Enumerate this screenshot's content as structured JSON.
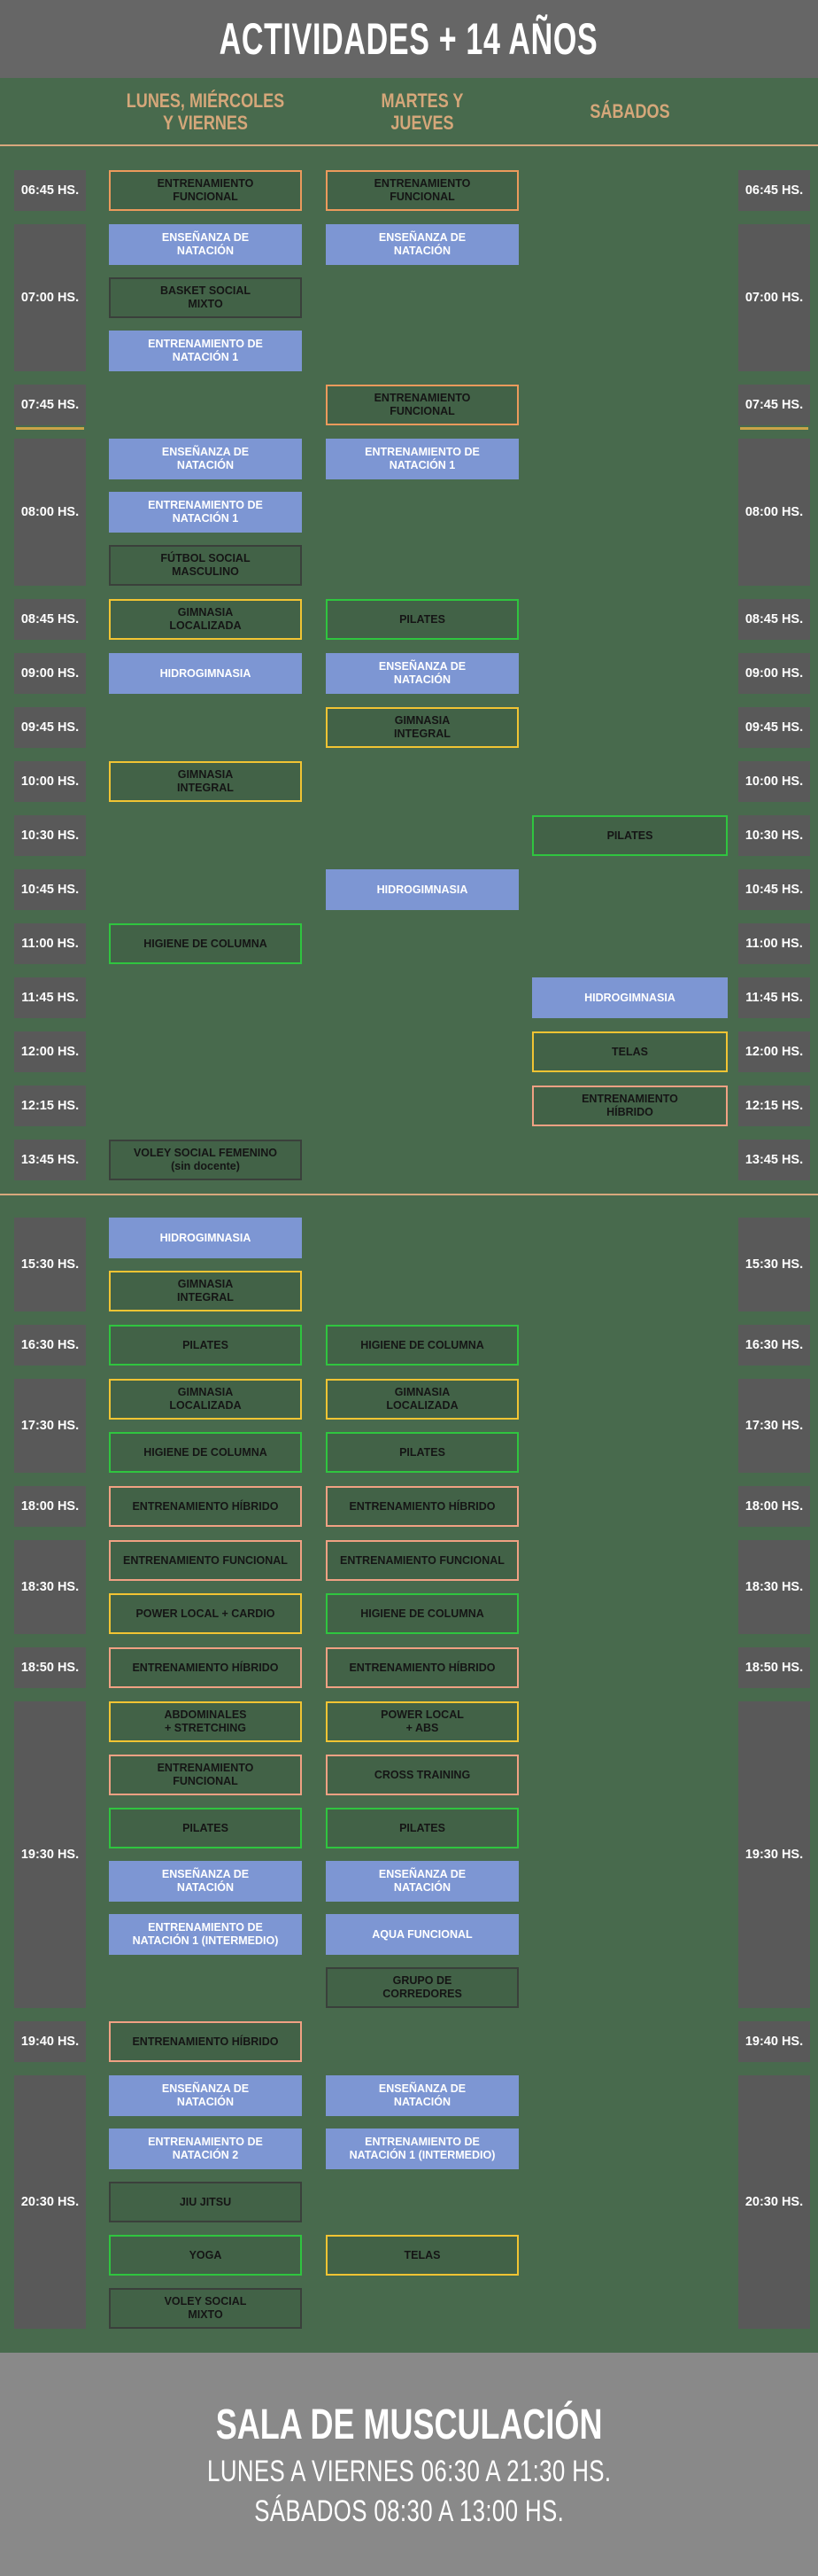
{
  "header": {
    "title": "ACTIVIDADES + 14 AÑOS"
  },
  "columns": [
    {
      "label": "LUNES, MIÉRCOLES\nY VIERNES"
    },
    {
      "label": "MARTES Y\nJUEVES"
    },
    {
      "label": "SÁBADOS"
    }
  ],
  "colors": {
    "background_green": "#486A4D",
    "header_gray": "#666666",
    "footer_gray": "#898989",
    "time_box_gray": "#595959",
    "accent_tan": "#D8A87D",
    "blue": "#7D96D3",
    "orange": "#EC9A5C",
    "salmon": "#F0A183",
    "yellow": "#F1C433",
    "green": "#2FC53F",
    "dark": "#3A403B"
  },
  "schedule": {
    "rows": [
      {
        "time": "06:45 HS.",
        "slots": 1,
        "c1": [
          {
            "slot": 0,
            "label": "ENTRENAMIENTO\nFUNCIONAL",
            "style": "orange"
          }
        ],
        "c2": [
          {
            "slot": 0,
            "label": "ENTRENAMIENTO\nFUNCIONAL",
            "style": "orange"
          }
        ],
        "c3": []
      },
      {
        "time": "07:00 HS.",
        "slots": 3,
        "c1": [
          {
            "slot": 0,
            "label": "ENSEÑANZA DE\nNATACIÓN",
            "style": "blue"
          },
          {
            "slot": 1,
            "label": "BASKET SOCIAL\nMIXTO",
            "style": "dark"
          },
          {
            "slot": 2,
            "label": "ENTRENAMIENTO DE\nNATACIÓN 1",
            "style": "blue"
          }
        ],
        "c2": [
          {
            "slot": 0,
            "label": "ENSEÑANZA DE\nNATACIÓN",
            "style": "blue"
          }
        ],
        "c3": []
      },
      {
        "time": "07:45 HS.",
        "slots": 1,
        "underline": true,
        "c1": [],
        "c2": [
          {
            "slot": 0,
            "label": "ENTRENAMIENTO\nFUNCIONAL",
            "style": "orange"
          }
        ],
        "c3": []
      },
      {
        "time": "08:00 HS.",
        "slots": 3,
        "c1": [
          {
            "slot": 0,
            "label": "ENSEÑANZA DE\nNATACIÓN",
            "style": "blue"
          },
          {
            "slot": 1,
            "label": "ENTRENAMIENTO DE\nNATACIÓN 1",
            "style": "blue"
          },
          {
            "slot": 2,
            "label": "FÚTBOL SOCIAL\nMASCULINO",
            "style": "dark"
          }
        ],
        "c2": [
          {
            "slot": 0,
            "label": "ENTRENAMIENTO DE\nNATACIÓN 1",
            "style": "blue"
          }
        ],
        "c3": []
      },
      {
        "time": "08:45 HS.",
        "slots": 1,
        "c1": [
          {
            "slot": 0,
            "label": "GIMNASIA\nLOCALIZADA",
            "style": "yellow"
          }
        ],
        "c2": [
          {
            "slot": 0,
            "label": "PILATES",
            "style": "green"
          }
        ],
        "c3": []
      },
      {
        "time": "09:00 HS.",
        "slots": 1,
        "c1": [
          {
            "slot": 0,
            "label": "HIDROGIMNASIA",
            "style": "blue"
          }
        ],
        "c2": [
          {
            "slot": 0,
            "label": "ENSEÑANZA DE\nNATACIÓN",
            "style": "blue"
          }
        ],
        "c3": []
      },
      {
        "time": "09:45 HS.",
        "slots": 1,
        "c1": [],
        "c2": [
          {
            "slot": 0,
            "label": "GIMNASIA\nINTEGRAL",
            "style": "yellow"
          }
        ],
        "c3": []
      },
      {
        "time": "10:00 HS.",
        "slots": 1,
        "c1": [
          {
            "slot": 0,
            "label": "GIMNASIA\nINTEGRAL",
            "style": "yellow"
          }
        ],
        "c2": [],
        "c3": []
      },
      {
        "time": "10:30 HS.",
        "slots": 1,
        "c1": [],
        "c2": [],
        "c3": [
          {
            "slot": 0,
            "label": "PILATES",
            "style": "green"
          }
        ]
      },
      {
        "time": "10:45 HS.",
        "slots": 1,
        "c1": [],
        "c2": [
          {
            "slot": 0,
            "label": "HIDROGIMNASIA",
            "style": "blue"
          }
        ],
        "c3": []
      },
      {
        "time": "11:00 HS.",
        "slots": 1,
        "c1": [
          {
            "slot": 0,
            "label": "HIGIENE DE COLUMNA",
            "style": "green"
          }
        ],
        "c2": [],
        "c3": []
      },
      {
        "time": "11:45 HS.",
        "slots": 1,
        "c1": [],
        "c2": [],
        "c3": [
          {
            "slot": 0,
            "label": "HIDROGIMNASIA",
            "style": "blue"
          }
        ]
      },
      {
        "time": "12:00 HS.",
        "slots": 1,
        "c1": [],
        "c2": [],
        "c3": [
          {
            "slot": 0,
            "label": "TELAS",
            "style": "yellow"
          }
        ]
      },
      {
        "time": "12:15 HS.",
        "slots": 1,
        "c1": [],
        "c2": [],
        "c3": [
          {
            "slot": 0,
            "label": "ENTRENAMIENTO\nHÍBRIDO",
            "style": "salmon"
          }
        ]
      },
      {
        "time": "13:45 HS.",
        "slots": 1,
        "c1": [
          {
            "slot": 0,
            "label": "VOLEY SOCIAL FEMENINO\n(sin docente)",
            "style": "dark"
          }
        ],
        "c2": [],
        "c3": []
      },
      {
        "divider": true
      },
      {
        "time": "15:30 HS.",
        "slots": 2,
        "c1": [
          {
            "slot": 0,
            "label": "HIDROGIMNASIA",
            "style": "blue"
          },
          {
            "slot": 1,
            "label": "GIMNASIA\nINTEGRAL",
            "style": "yellow"
          }
        ],
        "c2": [],
        "c3": []
      },
      {
        "time": "16:30 HS.",
        "slots": 1,
        "c1": [
          {
            "slot": 0,
            "label": "PILATES",
            "style": "green"
          }
        ],
        "c2": [
          {
            "slot": 0,
            "label": "HIGIENE DE COLUMNA",
            "style": "green"
          }
        ],
        "c3": []
      },
      {
        "time": "17:30 HS.",
        "slots": 2,
        "c1": [
          {
            "slot": 0,
            "label": "GIMNASIA\nLOCALIZADA",
            "style": "yellow"
          },
          {
            "slot": 1,
            "label": "HIGIENE DE COLUMNA",
            "style": "green"
          }
        ],
        "c2": [
          {
            "slot": 0,
            "label": "GIMNASIA\nLOCALIZADA",
            "style": "yellow"
          },
          {
            "slot": 1,
            "label": "PILATES",
            "style": "green"
          }
        ],
        "c3": []
      },
      {
        "time": "18:00 HS.",
        "slots": 1,
        "c1": [
          {
            "slot": 0,
            "label": "ENTRENAMIENTO HÍBRIDO",
            "style": "salmon"
          }
        ],
        "c2": [
          {
            "slot": 0,
            "label": "ENTRENAMIENTO HÍBRIDO",
            "style": "salmon"
          }
        ],
        "c3": []
      },
      {
        "time": "18:30 HS.",
        "slots": 2,
        "c1": [
          {
            "slot": 0,
            "label": "ENTRENAMIENTO FUNCIONAL",
            "style": "salmon"
          },
          {
            "slot": 1,
            "label": "POWER LOCAL + CARDIO",
            "style": "yellow"
          }
        ],
        "c2": [
          {
            "slot": 0,
            "label": "ENTRENAMIENTO FUNCIONAL",
            "style": "salmon"
          },
          {
            "slot": 1,
            "label": "HIGIENE DE COLUMNA",
            "style": "green"
          }
        ],
        "c3": []
      },
      {
        "time": "18:50 HS.",
        "slots": 1,
        "c1": [
          {
            "slot": 0,
            "label": "ENTRENAMIENTO HÍBRIDO",
            "style": "salmon"
          }
        ],
        "c2": [
          {
            "slot": 0,
            "label": "ENTRENAMIENTO HÍBRIDO",
            "style": "salmon"
          }
        ],
        "c3": []
      },
      {
        "time": "19:30 HS.",
        "slots": 6,
        "c1": [
          {
            "slot": 0,
            "label": "ABDOMINALES\n+ STRETCHING",
            "style": "yellow"
          },
          {
            "slot": 1,
            "label": "ENTRENAMIENTO\nFUNCIONAL",
            "style": "salmon"
          },
          {
            "slot": 2,
            "label": "PILATES",
            "style": "green"
          },
          {
            "slot": 3,
            "label": "ENSEÑANZA DE\nNATACIÓN",
            "style": "blue"
          },
          {
            "slot": 4,
            "label": "ENTRENAMIENTO DE\nNATACIÓN 1 (INTERMEDIO)",
            "style": "blue"
          }
        ],
        "c2": [
          {
            "slot": 0,
            "label": "POWER LOCAL\n+ ABS",
            "style": "yellow"
          },
          {
            "slot": 1,
            "label": "CROSS TRAINING",
            "style": "salmon"
          },
          {
            "slot": 2,
            "label": "PILATES",
            "style": "green"
          },
          {
            "slot": 3,
            "label": "ENSEÑANZA DE\nNATACIÓN",
            "style": "blue"
          },
          {
            "slot": 4,
            "label": "AQUA FUNCIONAL",
            "style": "blue"
          },
          {
            "slot": 5,
            "label": "GRUPO DE\nCORREDORES",
            "style": "dark"
          }
        ],
        "c3": []
      },
      {
        "time": "19:40 HS.",
        "slots": 1,
        "c1": [
          {
            "slot": 0,
            "label": "ENTRENAMIENTO HÍBRIDO",
            "style": "salmon"
          }
        ],
        "c2": [],
        "c3": []
      },
      {
        "time": "20:30 HS.",
        "slots": 5,
        "c1": [
          {
            "slot": 0,
            "label": "ENSEÑANZA DE\nNATACIÓN",
            "style": "blue"
          },
          {
            "slot": 1,
            "label": "ENTRENAMIENTO DE\nNATACIÓN 2",
            "style": "blue"
          },
          {
            "slot": 2,
            "label": "JIU JITSU",
            "style": "dark"
          },
          {
            "slot": 3,
            "label": "YOGA",
            "style": "green"
          },
          {
            "slot": 4,
            "label": "VOLEY SOCIAL\nMIXTO",
            "style": "dark"
          }
        ],
        "c2": [
          {
            "slot": 0,
            "label": "ENSEÑANZA DE\nNATACIÓN",
            "style": "blue"
          },
          {
            "slot": 1,
            "label": "ENTRENAMIENTO DE\nNATACIÓN 1 (INTERMEDIO)",
            "style": "blue"
          },
          {
            "slot": 3,
            "label": "TELAS",
            "style": "yellow"
          }
        ],
        "c3": []
      }
    ]
  },
  "footer": {
    "title": "SALA DE MUSCULACIÓN",
    "line1": "LUNES A VIERNES 06:30 A 21:30 HS.",
    "line2": "SÁBADOS 08:30 A 13:00 HS."
  }
}
